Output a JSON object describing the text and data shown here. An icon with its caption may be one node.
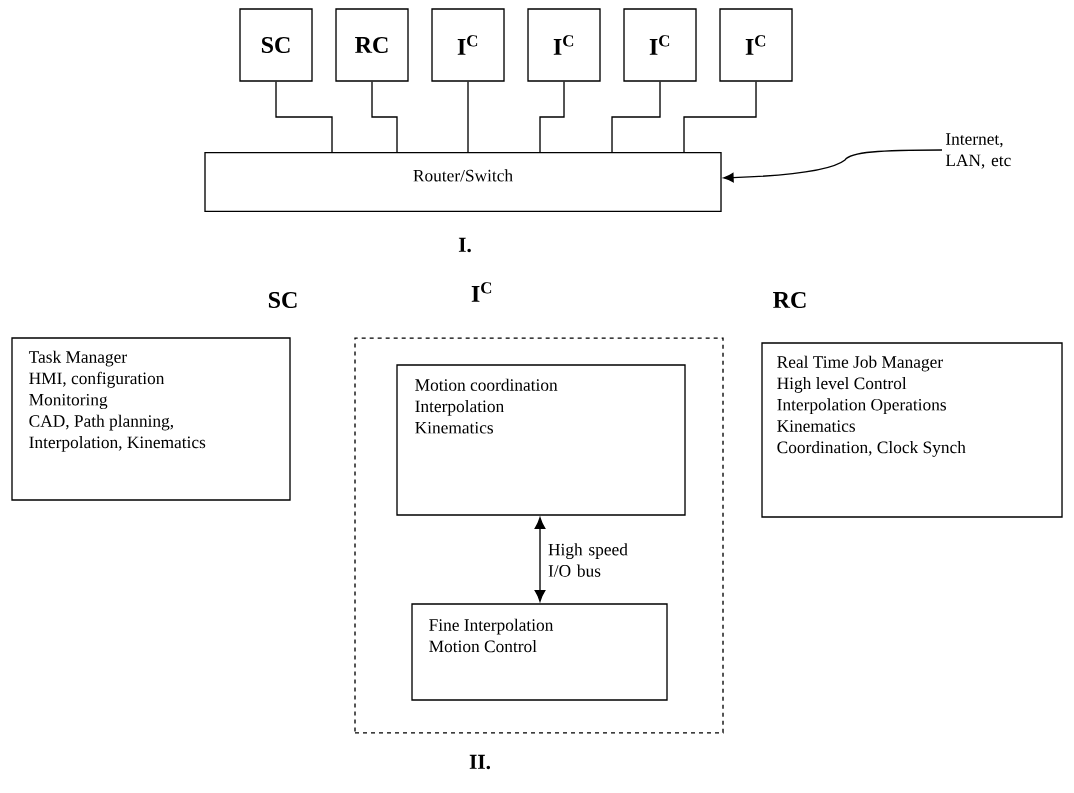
{
  "diagram": {
    "nodes": [
      {
        "text": [
          "SC"
        ]
      },
      {
        "text": [
          "RC"
        ]
      },
      {
        "text": [
          "I$^{C}$"
        ]
      },
      {
        "text": [
          "I$^{C}$"
        ]
      },
      {
        "text": [
          "I$^{C}$"
        ]
      },
      {
        "text": [
          "I$^{C}$"
        ]
      },
      {
        "text": [
          "Router/Switch"
        ]
      },
      {
        "text": [
          "Internet, LAN, etc"
        ]
      },
      {
        "text": [
          "SC",
          "Task Manager",
          "HMI, configuration",
          "Monitoring",
          "CAD, Path planning,",
          "Interpolation, Kinematics"
        ]
      },
      {
        "text": [
          "I$^{C}$"
        ]
      },
      {
        "text": [
          "Motion coordination",
          "Interpolation",
          "Kinematics"
        ],
        "in": 9
      },
      {
        "text": [
          "Fine Interpolation",
          "Motion Control"
        ],
        "in": 9
      },
      {
        "text": [
          "RC",
          "Real Time Job Manager",
          "High level Control",
          "Interpolation Operations",
          "Kinematics",
          "Coordination, Clock Synch"
        ]
      }
    ],
    "edges": [
      {
        "from": 0,
        "to": 6,
        "arrow": "none"
      },
      {
        "from": 1,
        "to": 6,
        "arrow": "none"
      },
      {
        "from": 2,
        "to": 6,
        "arrow": "none"
      },
      {
        "from": 3,
        "to": 6,
        "arrow": "none"
      },
      {
        "from": 4,
        "to": 6,
        "arrow": "none"
      },
      {
        "from": 5,
        "to": 6,
        "arrow": "none"
      },
      {
        "from": 7,
        "to": 6,
        "arrow": "to"
      },
      {
        "from": 10,
        "to": 11,
        "arrow": "both",
        "label": "High speed I/O bus"
      }
    ],
    "labels": [
      "I.",
      "II."
    ]
  }
}
